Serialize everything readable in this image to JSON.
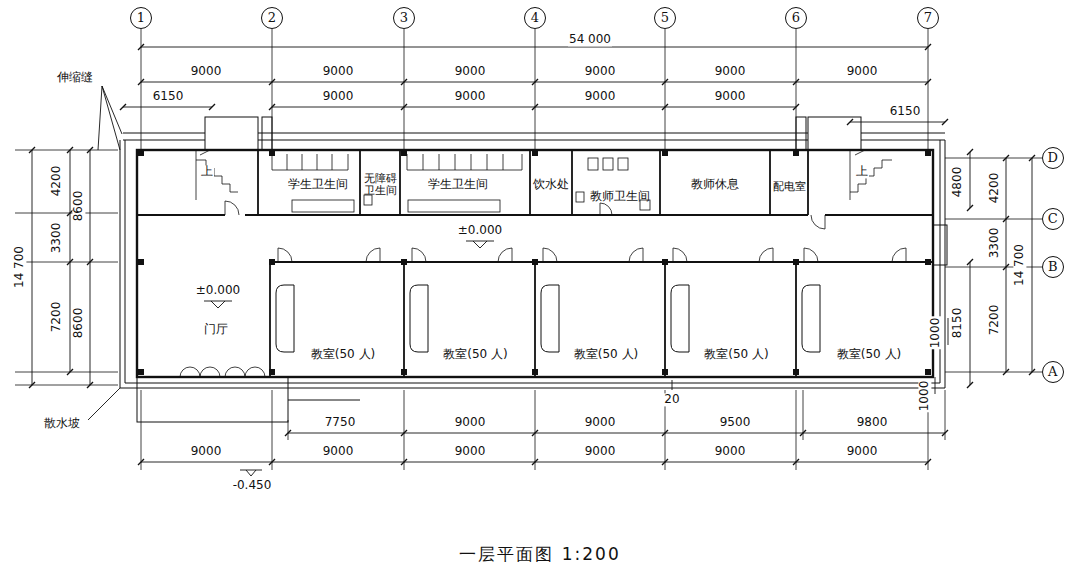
{
  "diagram": {
    "caption": "一层平面图 1:200",
    "nodes": [
      {
        "text": [
          "1"
        ]
      },
      {
        "text": [
          "2"
        ]
      },
      {
        "text": [
          "3"
        ]
      },
      {
        "text": [
          "4"
        ]
      },
      {
        "text": [
          "5"
        ]
      },
      {
        "text": [
          "6"
        ]
      },
      {
        "text": [
          "7"
        ]
      },
      {
        "text": [
          "学生卫生间"
        ]
      },
      {
        "text": [
          "无障碍卫生间"
        ]
      },
      {
        "text": [
          "学生卫生间"
        ]
      },
      {
        "text": [
          "饮水处"
        ]
      },
      {
        "text": [
          "教师卫生间"
        ]
      },
      {
        "text": [
          "教师休息"
        ]
      },
      {
        "text": [
          "配电室"
        ]
      },
      {
        "text": [
          "D"
        ]
      },
      {
        "text": [
          "C"
        ]
      },
      {
        "text": [
          "B"
        ]
      },
      {
        "text": [
          "门厅"
        ]
      },
      {
        "text": [
          "教室(50 人)"
        ]
      },
      {
        "text": [
          "教室(50 人)"
        ]
      },
      {
        "text": [
          "教室(50 人)"
        ]
      },
      {
        "text": [
          "教室(50 人)"
        ]
      },
      {
        "text": [
          "教室(50 人)"
        ]
      },
      {
        "text": [
          "A"
        ]
      }
    ],
    "labels": [
      "伸缩缝",
      "54 000",
      "9000",
      "9000",
      "9000",
      "9000",
      "9000",
      "9000",
      "6150",
      "9000",
      "9000",
      "9000",
      "9000",
      "6150",
      "4200",
      "3300",
      "7200",
      "8600",
      "8600",
      "14 700",
      "上",
      "±0.000",
      "±0.000",
      "上",
      "4800",
      "4200",
      "3300",
      "7200",
      "14 700",
      "8150",
      "1000",
      "1000",
      "20",
      "7750",
      "9000",
      "9000",
      "9500",
      "9800",
      "散水坡",
      "9000",
      "9000",
      "9000",
      "9000",
      "9000",
      "9000",
      "-0.450"
    ]
  }
}
